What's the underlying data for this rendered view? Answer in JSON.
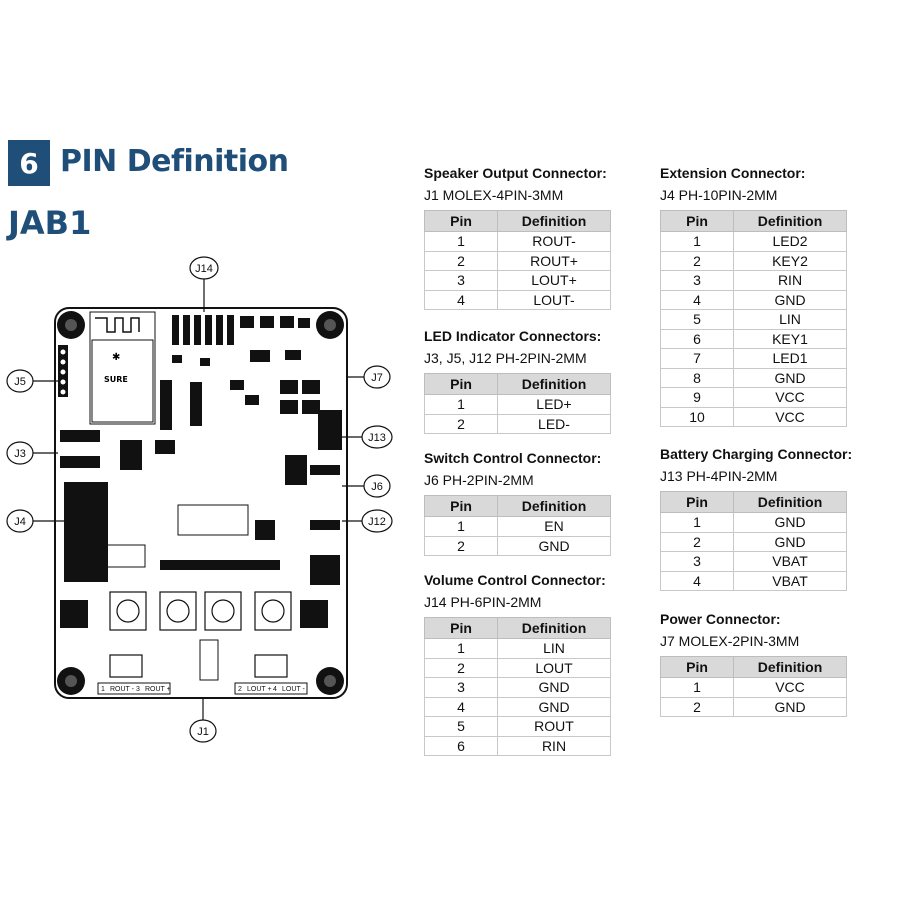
{
  "header": {
    "section_number": "6",
    "section_title": "PIN Definition",
    "board_name": "JAB1"
  },
  "pcb_labels": {
    "j14": "J14",
    "j5": "J5",
    "j3": "J3",
    "j4": "J4",
    "j7": "J7",
    "j13": "J13",
    "j6": "J6",
    "j12": "J12",
    "j1": "J1",
    "bottom_pins": [
      "1",
      "ROUT -",
      "3",
      "ROUT +",
      "2",
      "LOUT +",
      "4",
      "LOUT -"
    ]
  },
  "column_headers": {
    "pin": "Pin",
    "definition": "Definition"
  },
  "connectors": {
    "speaker": {
      "title": "Speaker Output Connector:",
      "subtitle": "J1 MOLEX-4PIN-3MM",
      "rows": [
        {
          "pin": "1",
          "def": "ROUT-"
        },
        {
          "pin": "2",
          "def": "ROUT+"
        },
        {
          "pin": "3",
          "def": "LOUT+"
        },
        {
          "pin": "4",
          "def": "LOUT-"
        }
      ]
    },
    "led": {
      "title": "LED Indicator Connectors:",
      "subtitle": "J3, J5, J12 PH-2PIN-2MM",
      "rows": [
        {
          "pin": "1",
          "def": "LED+"
        },
        {
          "pin": "2",
          "def": "LED-"
        }
      ]
    },
    "switch": {
      "title": "Switch Control Connector:",
      "subtitle": "J6 PH-2PIN-2MM",
      "rows": [
        {
          "pin": "1",
          "def": "EN"
        },
        {
          "pin": "2",
          "def": "GND"
        }
      ]
    },
    "volume": {
      "title": "Volume Control Connector:",
      "subtitle": "J14 PH-6PIN-2MM",
      "rows": [
        {
          "pin": "1",
          "def": "LIN"
        },
        {
          "pin": "2",
          "def": "LOUT"
        },
        {
          "pin": "3",
          "def": "GND"
        },
        {
          "pin": "4",
          "def": "GND"
        },
        {
          "pin": "5",
          "def": "ROUT"
        },
        {
          "pin": "6",
          "def": "RIN"
        }
      ]
    },
    "extension": {
      "title": "Extension Connector:",
      "subtitle": "J4 PH-10PIN-2MM",
      "rows": [
        {
          "pin": "1",
          "def": "LED2"
        },
        {
          "pin": "2",
          "def": "KEY2"
        },
        {
          "pin": "3",
          "def": "RIN"
        },
        {
          "pin": "4",
          "def": "GND"
        },
        {
          "pin": "5",
          "def": "LIN"
        },
        {
          "pin": "6",
          "def": "KEY1"
        },
        {
          "pin": "7",
          "def": "LED1"
        },
        {
          "pin": "8",
          "def": "GND"
        },
        {
          "pin": "9",
          "def": "VCC"
        },
        {
          "pin": "10",
          "def": "VCC"
        }
      ]
    },
    "battery": {
      "title": "Battery Charging Connector:",
      "subtitle": "J13 PH-4PIN-2MM",
      "rows": [
        {
          "pin": "1",
          "def": "GND"
        },
        {
          "pin": "2",
          "def": "GND"
        },
        {
          "pin": "3",
          "def": "VBAT"
        },
        {
          "pin": "4",
          "def": "VBAT"
        }
      ]
    },
    "power": {
      "title": "Power Connector:",
      "subtitle": "J7 MOLEX-2PIN-3MM",
      "rows": [
        {
          "pin": "1",
          "def": "VCC"
        },
        {
          "pin": "2",
          "def": "GND"
        }
      ]
    }
  }
}
